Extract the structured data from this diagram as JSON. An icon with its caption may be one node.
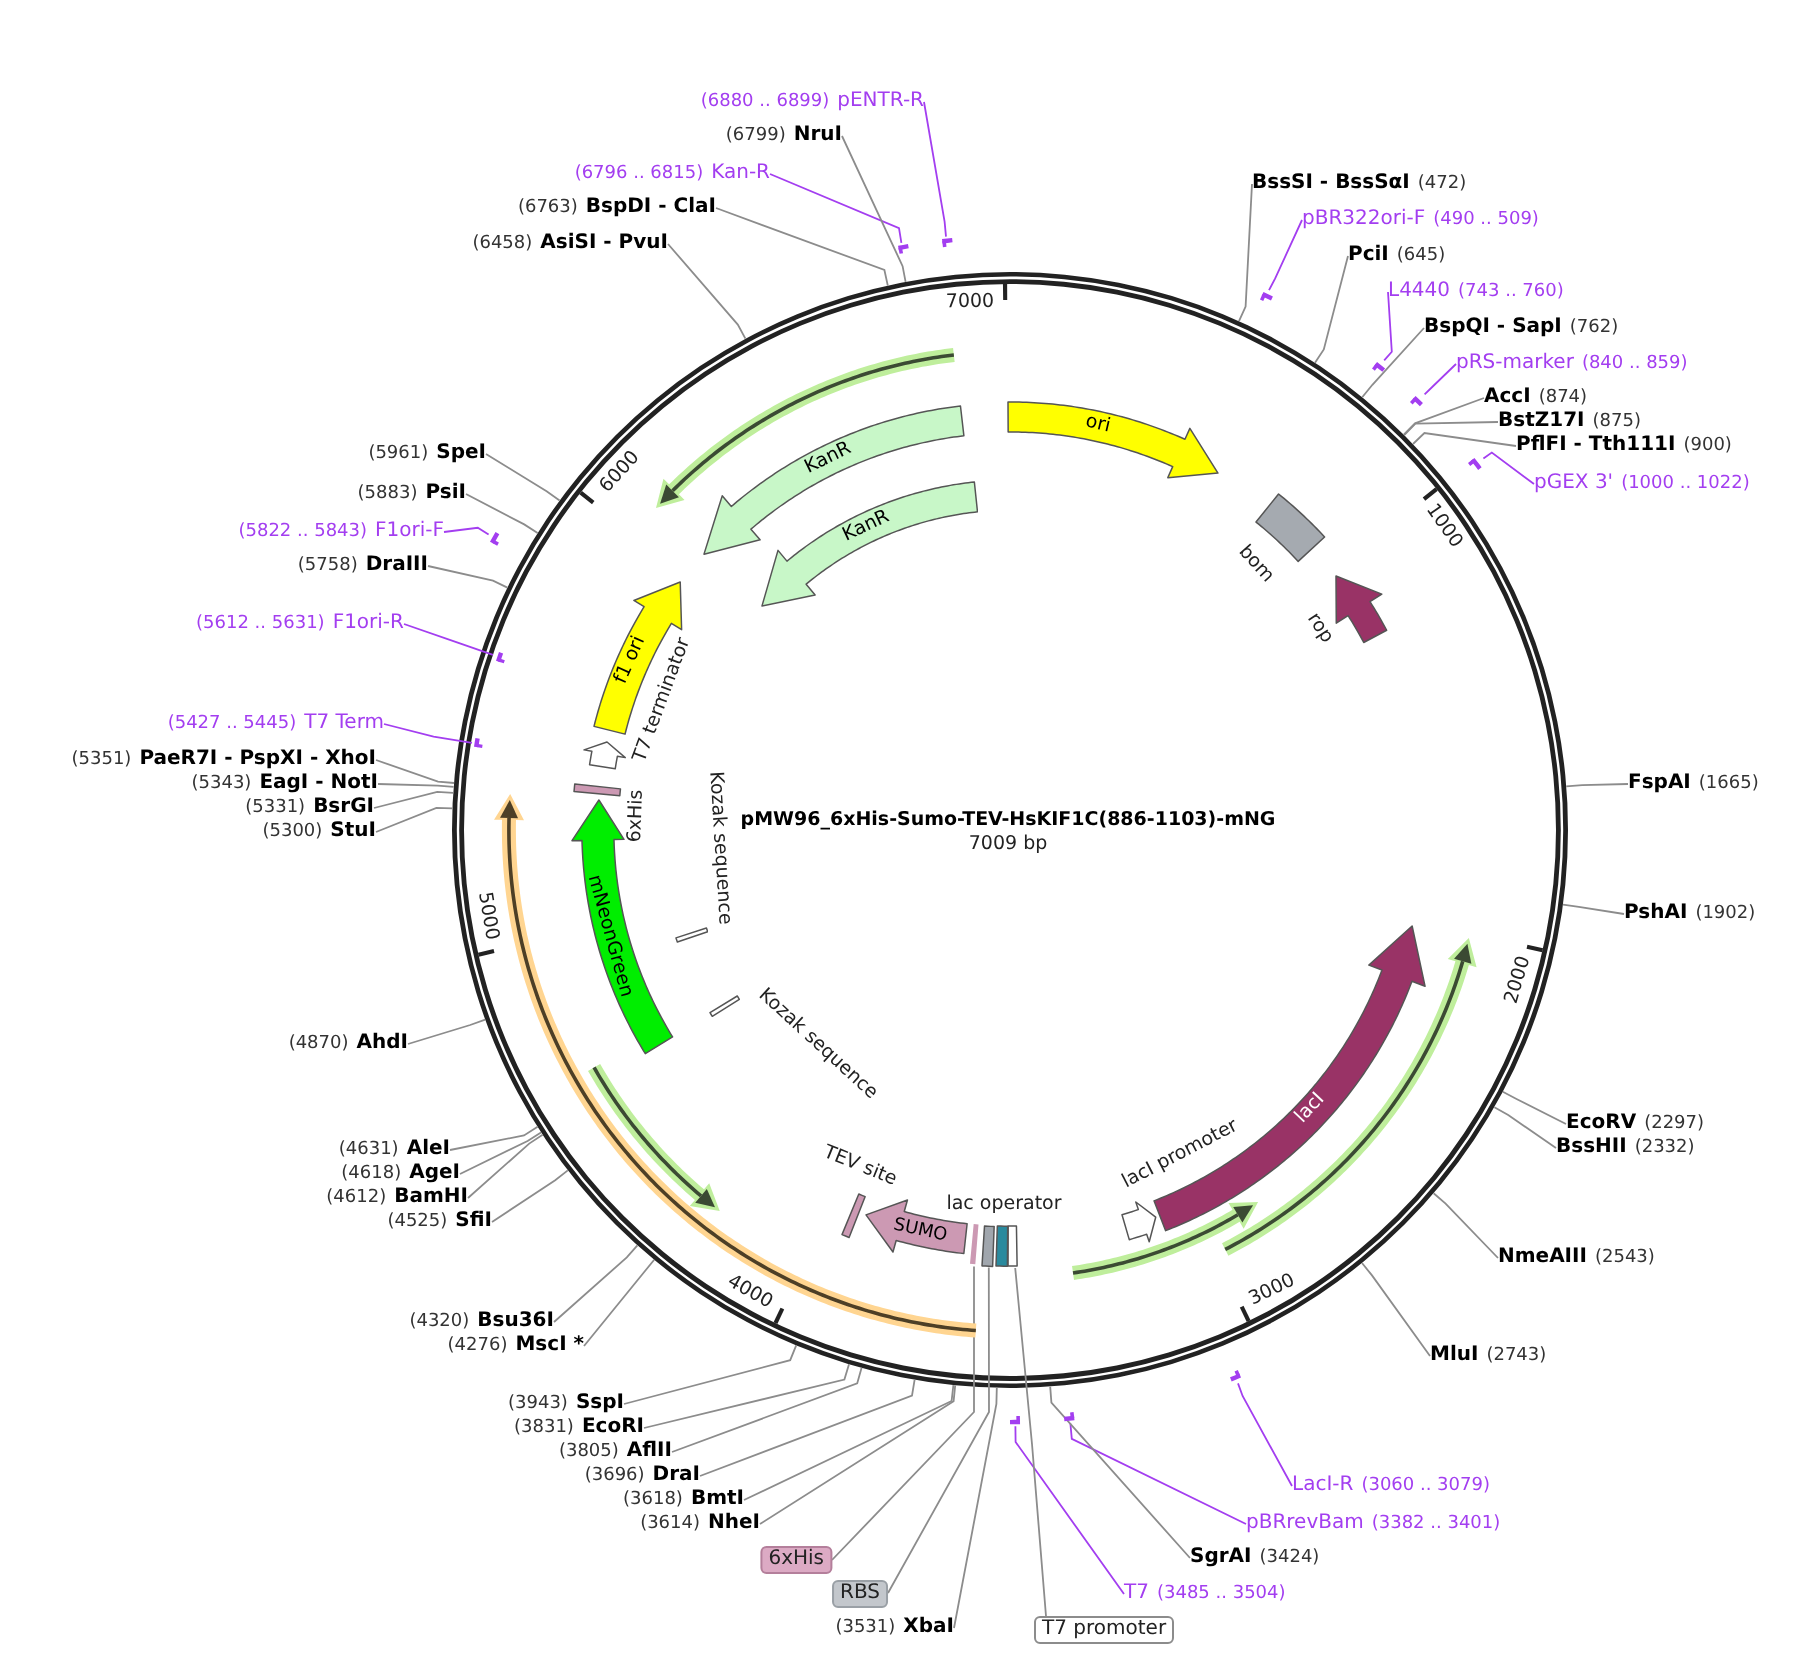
{
  "diagram": {
    "title": "pMW96_6xHis-Sumo-TEV-HsKIF1C(886-1103)-mNG",
    "nodes": [
      {
        "text": [
          "BssSI - BssSαI",
          "(472)"
        ]
      },
      {
        "text": [
          "pBR322ori-F",
          "(490 .. 509)"
        ]
      },
      {
        "text": [
          "PciI",
          "(645)"
        ]
      },
      {
        "text": [
          "L4440",
          "(743 .. 760)"
        ]
      },
      {
        "text": [
          "BspQI - SapI",
          "(762)"
        ]
      },
      {
        "text": [
          "pRS-marker",
          "(840 .. 859)"
        ]
      },
      {
        "text": [
          "AccI",
          "(874)"
        ]
      },
      {
        "text": [
          "BstZ17I",
          "(875)"
        ]
      },
      {
        "text": [
          "PflFI - Tth111I",
          "(900)"
        ]
      },
      {
        "text": [
          "pGEX 3'",
          "(1000 .. 1022)"
        ]
      },
      {
        "text": [
          "FspAI",
          "(1665)"
        ]
      },
      {
        "text": [
          "PshAI",
          "(1902)"
        ]
      },
      {
        "text": [
          "EcoRV",
          "(2297)"
        ]
      },
      {
        "text": [
          "BssHII",
          "(2332)"
        ]
      },
      {
        "text": [
          "NmeAIII",
          "(2543)"
        ]
      },
      {
        "text": [
          "MluI",
          "(2743)"
        ]
      },
      {
        "text": [
          "LacI-R",
          "(3060 .. 3079)"
        ]
      },
      {
        "text": [
          "pBRrevBam",
          "(3382 .. 3401)"
        ]
      },
      {
        "text": [
          "SgrAI",
          "(3424)"
        ]
      },
      {
        "text": [
          "T7",
          "(3485 .. 3504)"
        ]
      },
      {
        "text": [
          "T7 promoter"
        ]
      },
      {
        "text": [
          "(3531)",
          "XbaI"
        ]
      },
      {
        "text": [
          "RBS"
        ]
      },
      {
        "text": [
          "6xHis"
        ]
      },
      {
        "text": [
          "(3614)",
          "NheI"
        ]
      },
      {
        "text": [
          "(3618)",
          "BmtI"
        ]
      },
      {
        "text": [
          "(3696)",
          "DraI"
        ]
      },
      {
        "text": [
          "(3805)",
          "AflII"
        ]
      },
      {
        "text": [
          "(3831)",
          "EcoRI"
        ]
      },
      {
        "text": [
          "(3943)",
          "SspI"
        ]
      },
      {
        "text": [
          "(4276)",
          "MscI *"
        ]
      },
      {
        "text": [
          "(4320)",
          "Bsu36I"
        ]
      },
      {
        "text": [
          "(4525)",
          "SfiI"
        ]
      },
      {
        "text": [
          "(4612)",
          "BamHI"
        ]
      },
      {
        "text": [
          "(4618)",
          "AgeI"
        ]
      },
      {
        "text": [
          "(4631)",
          "AleI"
        ]
      },
      {
        "text": [
          "(4870)",
          "AhdI"
        ]
      },
      {
        "text": [
          "(5300)",
          "StuI"
        ]
      },
      {
        "text": [
          "(5331)",
          "BsrGI"
        ]
      },
      {
        "text": [
          "(5343)",
          "EagI - NotI"
        ]
      },
      {
        "text": [
          "(5351)",
          "PaeR7I - PspXI - XhoI"
        ]
      },
      {
        "text": [
          "(5427 .. 5445)",
          "T7 Term"
        ]
      },
      {
        "text": [
          "(5612 .. 5631)",
          "F1ori-R"
        ]
      },
      {
        "text": [
          "(5758)",
          "DraIII"
        ]
      },
      {
        "text": [
          "(5822 .. 5843)",
          "F1ori-F"
        ]
      },
      {
        "text": [
          "(5883)",
          "PsiI"
        ]
      },
      {
        "text": [
          "(5961)",
          "SpeI"
        ]
      },
      {
        "text": [
          "(6458)",
          "AsiSI - PvuI"
        ]
      },
      {
        "text": [
          "(6763)",
          "BspDI - ClaI"
        ]
      },
      {
        "text": [
          "(6796 .. 6815)",
          "Kan-R"
        ]
      },
      {
        "text": [
          "(6799)",
          "NruI"
        ]
      },
      {
        "text": [
          "(6880 .. 6899)",
          "pENTR-R"
        ]
      },
      {
        "text": [],
        "shape": "bar"
      },
      {
        "text": [],
        "shape": "bar"
      },
      {
        "text": [],
        "shape": "bar"
      },
      {
        "text": [],
        "shape": "bar"
      },
      {
        "text": [],
        "shape": "bar"
      },
      {
        "text": [],
        "shape": "bar"
      },
      {
        "text": [],
        "shape": "bar"
      },
      {
        "text": [],
        "shape": "bar"
      },
      {
        "text": [],
        "shape": "bar"
      },
      {
        "text": [],
        "shape": "bar"
      },
      {
        "text": [],
        "shape": "bar"
      },
      {
        "text": [],
        "shape": "bar"
      },
      {
        "text": [],
        "shape": "bar"
      },
      {
        "text": [],
        "shape": "box"
      },
      {
        "text": [],
        "shape": "box"
      },
      {
        "text": [],
        "shape": "arrow"
      },
      {
        "text": [],
        "shape": "arrow"
      },
      {
        "text": [],
        "shape": "arrow"
      },
      {
        "text": [],
        "shape": "arrow"
      },
      {
        "text": [],
        "shape": "arrow"
      },
      {
        "text": [
          "ori"
        ]
      },
      {
        "text": [
          "bom"
        ]
      },
      {
        "text": [
          "rop"
        ]
      },
      {
        "text": [
          "lacI"
        ]
      },
      {
        "text": [
          "lacI promoter"
        ]
      },
      {
        "text": [
          "lac operator"
        ]
      },
      {
        "text": [
          "SUMO"
        ]
      },
      {
        "text": [
          "TEV site"
        ]
      },
      {
        "text": [
          "Kozak sequence"
        ]
      },
      {
        "text": [
          "mNeonGreen"
        ]
      },
      {
        "text": [
          "Kozak sequence"
        ]
      },
      {
        "text": [
          "6xHis"
        ]
      },
      {
        "text": [
          "T7 terminator"
        ]
      },
      {
        "text": [
          "f1 ori"
        ]
      },
      {
        "text": [
          "KanR"
        ]
      },
      {
        "text": [
          "KanR"
        ]
      }
    ],
    "edges": [
      {
        "from": 0,
        "to": null,
        "arrow": "none"
      },
      {
        "from": 1,
        "to": 61,
        "arrow": "none",
        "color": "#a33ef0"
      },
      {
        "from": 2,
        "to": null,
        "arrow": "none"
      },
      {
        "from": 3,
        "to": 62,
        "arrow": "none",
        "color": "#a33ef0"
      },
      {
        "from": 4,
        "to": null,
        "arrow": "none"
      },
      {
        "from": 5,
        "to": 63,
        "arrow": "none",
        "color": "#a33ef0"
      },
      {
        "from": 6,
        "to": null,
        "arrow": "none"
      },
      {
        "from": 7,
        "to": null,
        "arrow": "none"
      },
      {
        "from": 8,
        "to": null,
        "arrow": "none"
      },
      {
        "from": 9,
        "to": 64,
        "arrow": "none",
        "color": "#a33ef0"
      },
      {
        "from": 10,
        "to": null,
        "arrow": "none"
      },
      {
        "from": 11,
        "to": null,
        "arrow": "none"
      },
      {
        "from": 12,
        "to": null,
        "arrow": "none"
      },
      {
        "from": 13,
        "to": null,
        "arrow": "none"
      },
      {
        "from": 14,
        "to": null,
        "arrow": "none"
      },
      {
        "from": 15,
        "to": null,
        "arrow": "none"
      },
      {
        "from": 16,
        "to": 60,
        "arrow": "none",
        "color": "#a33ef0"
      },
      {
        "from": 17,
        "to": 59,
        "arrow": "none",
        "color": "#a33ef0"
      },
      {
        "from": 18,
        "to": null,
        "arrow": "none"
      },
      {
        "from": 19,
        "to": 58,
        "arrow": "none",
        "color": "#a33ef0"
      },
      {
        "from": 20,
        "to": 66,
        "arrow": "none"
      },
      {
        "from": 21,
        "to": null,
        "arrow": "none"
      },
      {
        "from": 22,
        "to": 65,
        "arrow": "none"
      },
      {
        "from": 23,
        "to": 57,
        "arrow": "none"
      },
      {
        "from": 24,
        "to": null,
        "arrow": "none"
      },
      {
        "from": 25,
        "to": null,
        "arrow": "none"
      },
      {
        "from": 26,
        "to": null,
        "arrow": "none"
      },
      {
        "from": 27,
        "to": null,
        "arrow": "none"
      },
      {
        "from": 28,
        "to": null,
        "arrow": "none"
      },
      {
        "from": 29,
        "to": null,
        "arrow": "none"
      },
      {
        "from": 30,
        "to": null,
        "arrow": "none"
      },
      {
        "from": 31,
        "to": null,
        "arrow": "none"
      },
      {
        "from": 32,
        "to": null,
        "arrow": "none"
      },
      {
        "from": 33,
        "to": null,
        "arrow": "none"
      },
      {
        "from": 34,
        "to": null,
        "arrow": "none"
      },
      {
        "from": 35,
        "to": null,
        "arrow": "none"
      },
      {
        "from": 36,
        "to": null,
        "arrow": "none"
      },
      {
        "from": 37,
        "to": null,
        "arrow": "none"
      },
      {
        "from": 38,
        "to": null,
        "arrow": "none"
      },
      {
        "from": 39,
        "to": null,
        "arrow": "none"
      },
      {
        "from": 40,
        "to": null,
        "arrow": "none"
      },
      {
        "from": 41,
        "to": 52,
        "arrow": "none",
        "color": "#a33ef0"
      },
      {
        "from": 42,
        "to": 54,
        "arrow": "none",
        "color": "#a33ef0"
      },
      {
        "from": 43,
        "to": null,
        "arrow": "none"
      },
      {
        "from": 44,
        "to": 53,
        "arrow": "none",
        "color": "#a33ef0"
      },
      {
        "from": 45,
        "to": null,
        "arrow": "none"
      },
      {
        "from": 46,
        "to": null,
        "arrow": "none"
      },
      {
        "from": 47,
        "to": null,
        "arrow": "none"
      },
      {
        "from": 48,
        "to": null,
        "arrow": "none"
      },
      {
        "from": 49,
        "to": 55,
        "arrow": "none",
        "color": "#a33ef0"
      },
      {
        "from": 50,
        "to": null,
        "arrow": "none"
      },
      {
        "from": 51,
        "to": 56,
        "arrow": "none",
        "color": "#a33ef0"
      }
    ],
    "labels": [
      "7000",
      "1000",
      "6000",
      "7009 bp",
      "2000",
      "5000",
      "3000",
      "4000"
    ]
  }
}
